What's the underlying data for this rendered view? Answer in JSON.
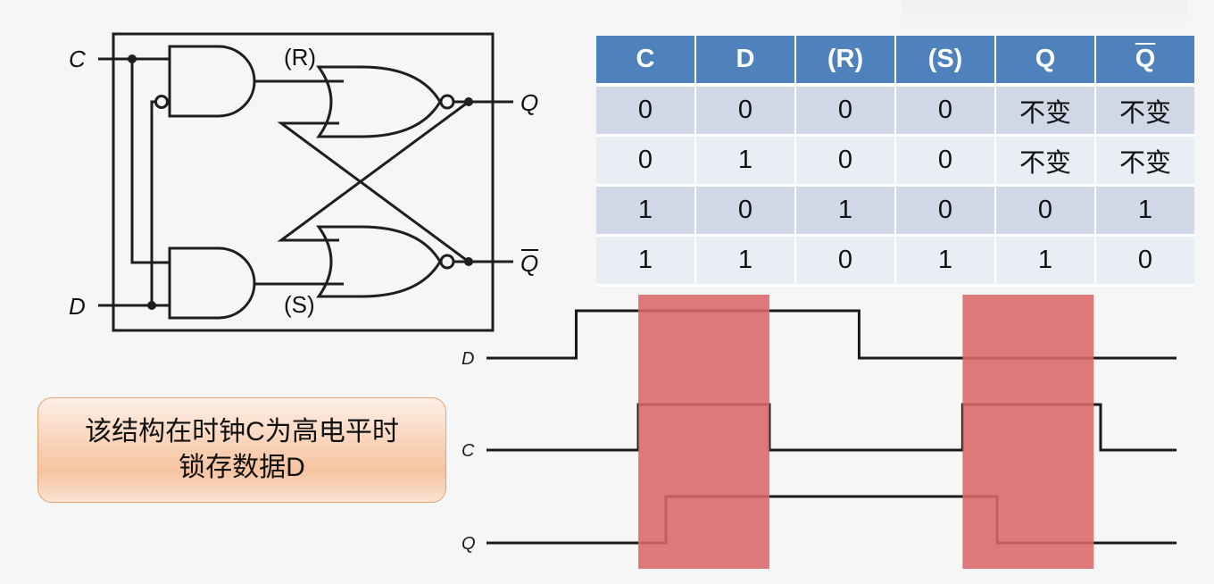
{
  "circuit": {
    "inputs": {
      "c": "C",
      "d": "D"
    },
    "outputs": {
      "q": "Q",
      "q_bar": "Q"
    },
    "internal_labels": {
      "r": "(R)",
      "s": "(S)"
    },
    "gates": [
      "AND (C, ¬D) → R",
      "AND (C, D) → S",
      "NOR (R, Q̄) → Q",
      "NOR (S, Q) → Q̄"
    ]
  },
  "truth_table": {
    "headers": [
      "C",
      "D",
      "(R)",
      "(S)",
      "Q",
      "Q"
    ],
    "overlined_header_index": 5,
    "rows": [
      [
        "0",
        "0",
        "0",
        "0",
        "不变",
        "不变"
      ],
      [
        "0",
        "1",
        "0",
        "0",
        "不变",
        "不变"
      ],
      [
        "1",
        "0",
        "1",
        "0",
        "0",
        "1"
      ],
      [
        "1",
        "1",
        "0",
        "1",
        "1",
        "0"
      ]
    ],
    "colors": {
      "header_bg": "#4f81bd",
      "row_odd": "#d0d8e8",
      "row_even": "#e9edf4"
    }
  },
  "note": {
    "line1": "该结构在时钟C为高电平时",
    "line2": "锁存数据D"
  },
  "timing": {
    "signal_labels": {
      "d": "D",
      "c": "C",
      "q": "Q"
    },
    "time_range": [
      0,
      100
    ],
    "signals": {
      "d": [
        [
          0,
          0
        ],
        [
          13,
          1
        ],
        [
          54,
          0
        ],
        [
          100,
          0
        ]
      ],
      "c": [
        [
          0,
          0
        ],
        [
          22,
          1
        ],
        [
          41,
          0
        ],
        [
          69,
          1
        ],
        [
          89,
          0
        ],
        [
          100,
          0
        ]
      ],
      "q": [
        [
          0,
          0
        ],
        [
          26,
          1
        ],
        [
          74,
          0
        ],
        [
          100,
          0
        ]
      ]
    },
    "highlight_windows": [
      [
        22,
        41
      ],
      [
        69,
        88
      ]
    ],
    "highlight_color": "#d9686a",
    "line_color": "#1a1a1a"
  }
}
